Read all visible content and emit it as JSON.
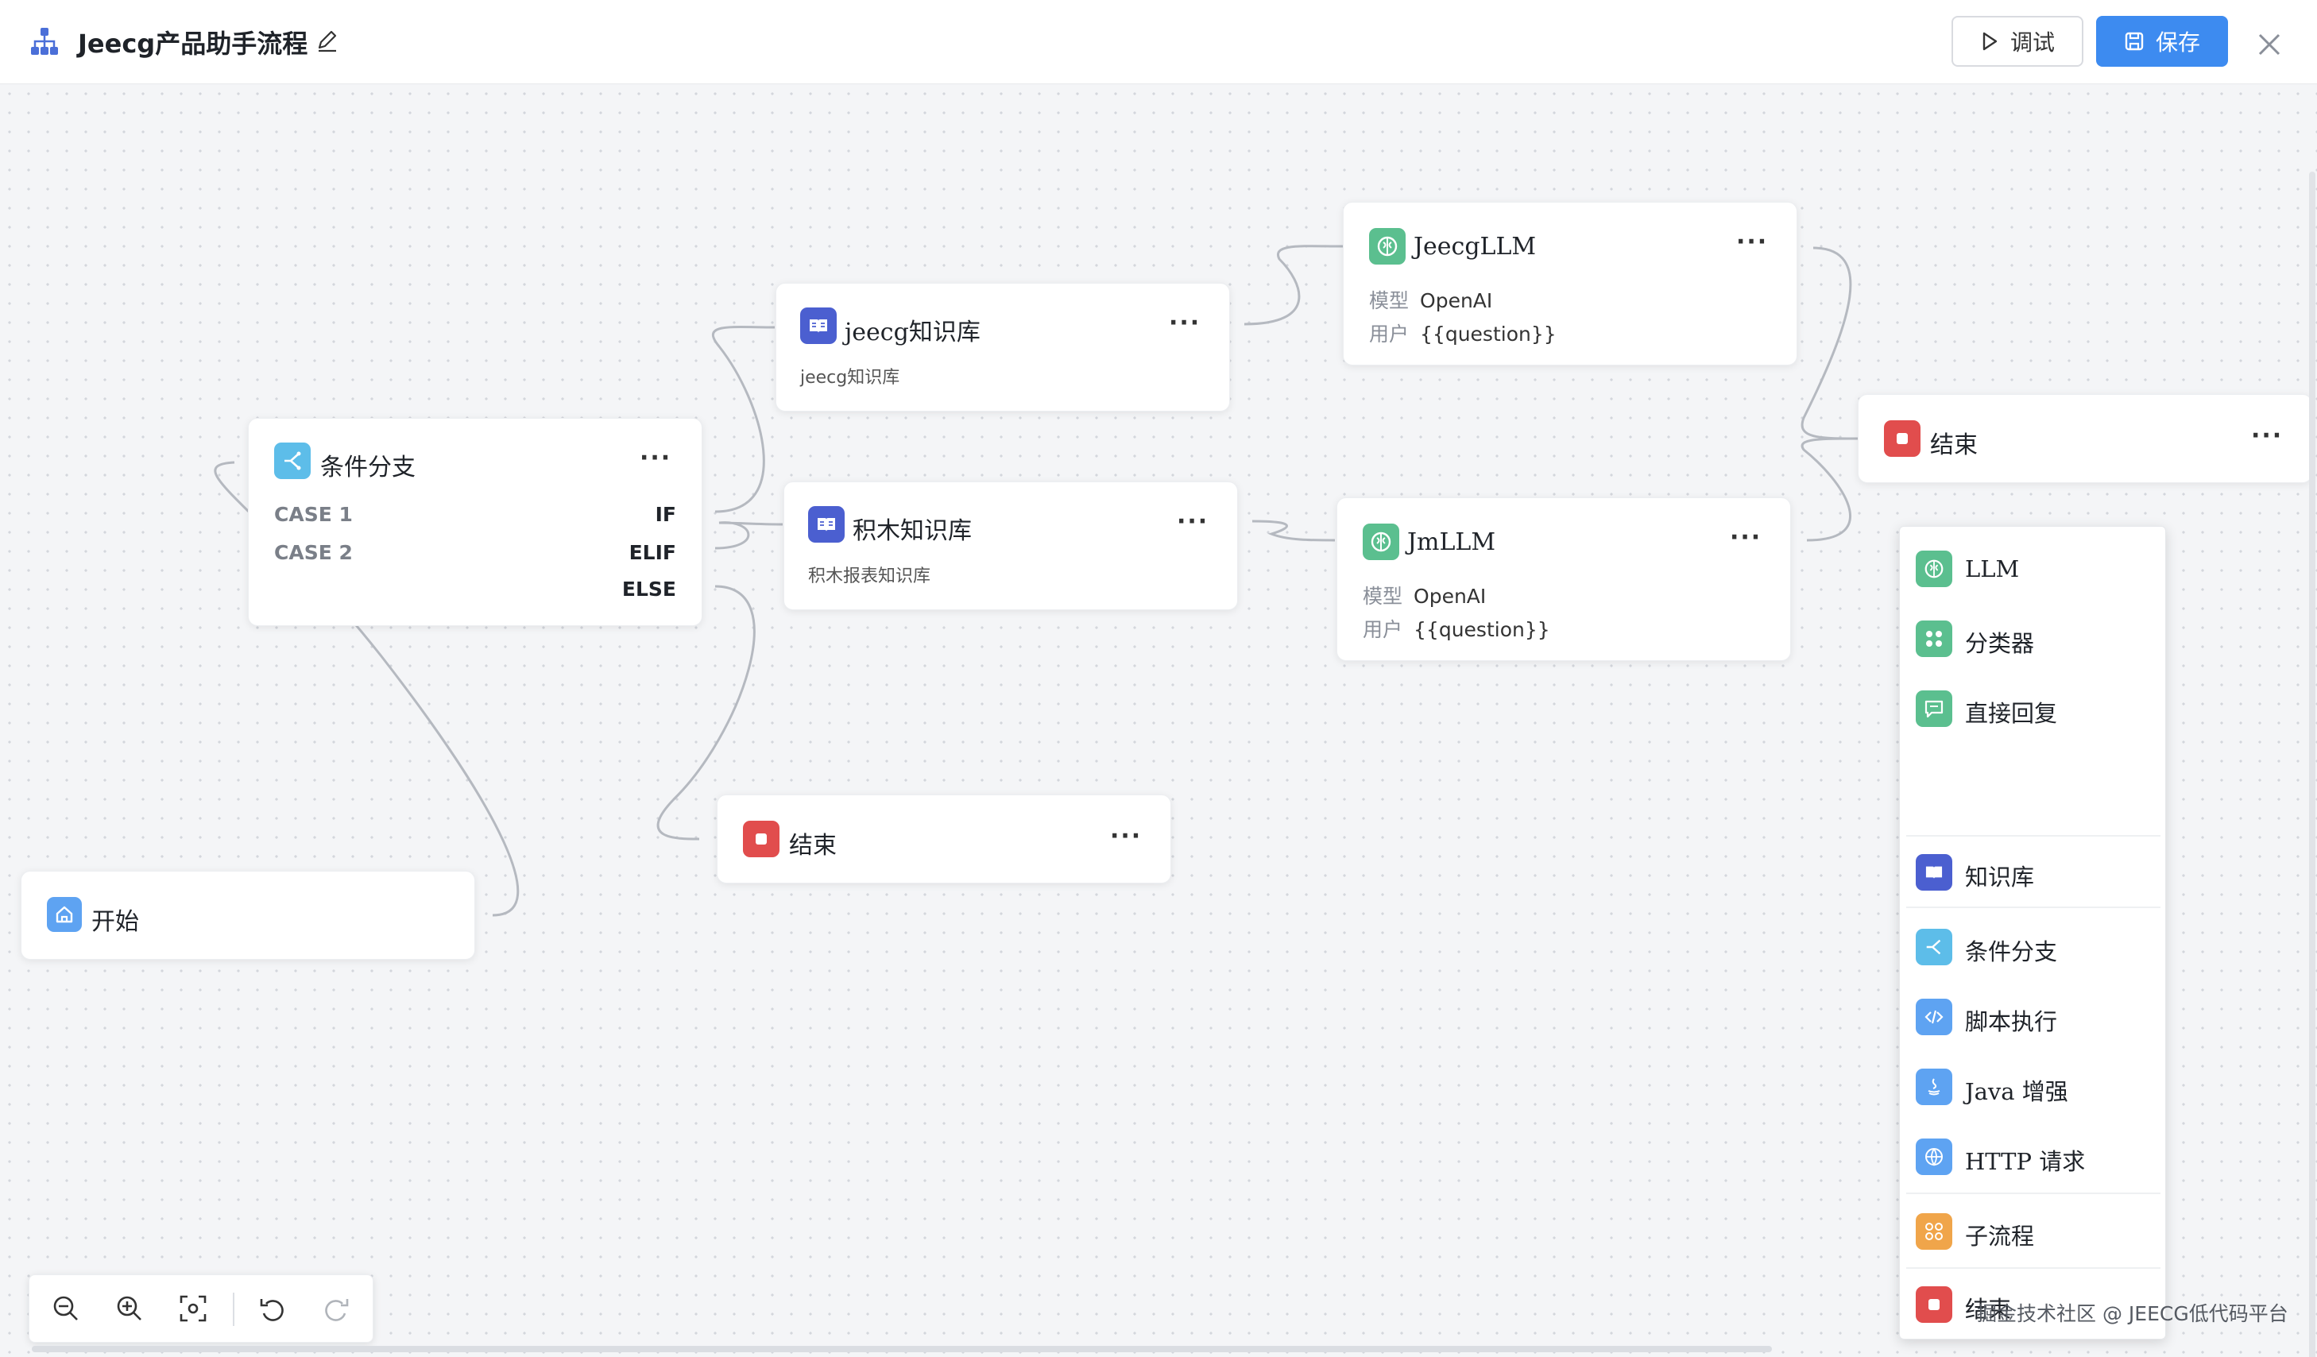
{
  "header": {
    "title": "Jeecg产品助手流程",
    "debug_label": "调试",
    "save_label": "保存"
  },
  "nodes": {
    "condition": {
      "title": "条件分支",
      "cases": [
        {
          "label": "CASE 1",
          "keyword": "IF"
        },
        {
          "label": "CASE 2",
          "keyword": "ELIF"
        },
        {
          "label": "",
          "keyword": "ELSE"
        }
      ]
    },
    "kb_jeecg": {
      "title": "jeecg知识库",
      "subtitle": "jeecg知识库"
    },
    "kb_jimu": {
      "title": "积木知识库",
      "subtitle": "积木报表知识库"
    },
    "llm_jeecg": {
      "title": "JeecgLLM",
      "model_key": "模型",
      "model_value": "OpenAI",
      "user_key": "用户",
      "user_value": "{{question}}"
    },
    "llm_jm": {
      "title": "JmLLM",
      "model_key": "模型",
      "model_value": "OpenAI",
      "user_key": "用户",
      "user_value": "{{question}}"
    },
    "end_top": {
      "title": "结束"
    },
    "end_mid": {
      "title": "结束"
    },
    "start": {
      "title": "开始"
    },
    "more_label": "···"
  },
  "node_menu": {
    "items": [
      {
        "label": "LLM",
        "icon": "brain-icon",
        "color": "#5bbf8f"
      },
      {
        "label": "分类器",
        "icon": "grid-icon",
        "color": "#5bbf8f"
      },
      {
        "label": "直接回复",
        "icon": "reply-icon",
        "color": "#5bbf8f"
      },
      {
        "label": "知识库",
        "icon": "book-icon",
        "color": "#4b5fd0"
      },
      {
        "label": "条件分支",
        "icon": "branch-icon",
        "color": "#5dbde9"
      },
      {
        "label": "脚本执行",
        "icon": "code-icon",
        "color": "#5ea3f2"
      },
      {
        "label": "Java 增强",
        "icon": "java-icon",
        "color": "#5ea3f2"
      },
      {
        "label": "HTTP 请求",
        "icon": "globe-icon",
        "color": "#5ea3f2"
      },
      {
        "label": "子流程",
        "icon": "subflow-icon",
        "color": "#f0a54a"
      },
      {
        "label": "结束",
        "icon": "stop-icon",
        "color": "#e14d4d"
      }
    ]
  },
  "toolbar": {
    "buttons": [
      "zoom-out",
      "zoom-in",
      "fit-view",
      "undo",
      "redo"
    ]
  },
  "watermark": "掘金技术社区 @ JEECG低代码平台",
  "colors": {
    "primary": "#3d8bf0",
    "knowledge": "#4b5fd0",
    "llm": "#5bbf8f",
    "end": "#e14d4d",
    "condition": "#5dbde9"
  }
}
